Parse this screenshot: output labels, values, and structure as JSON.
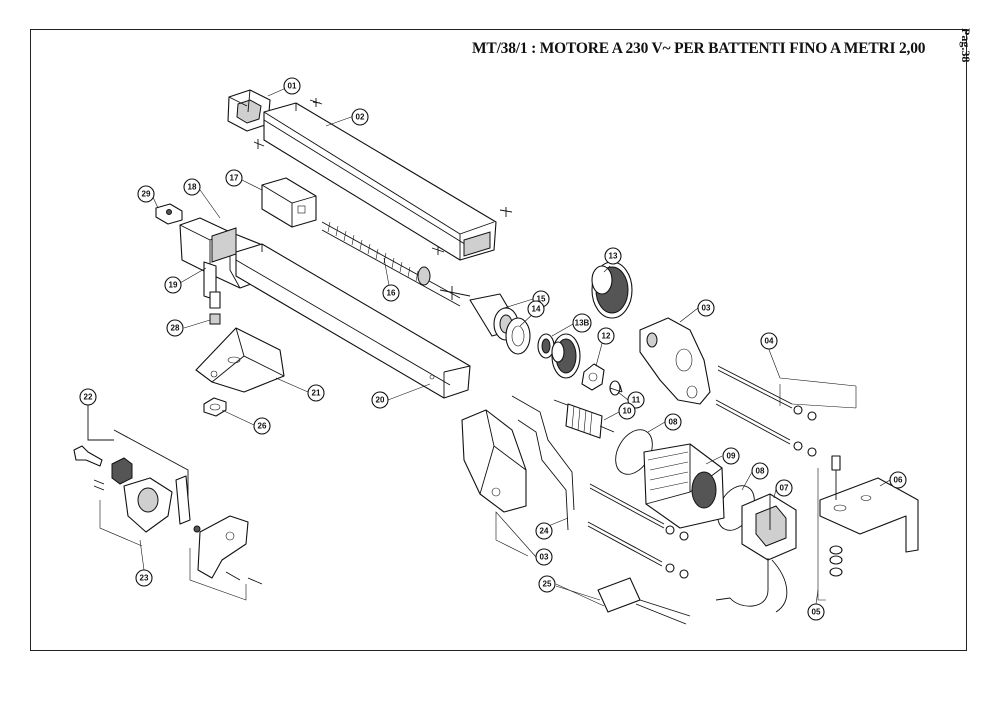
{
  "header": {
    "title": "MT/38/1  :  MOTORE A 230 V~ PER BATTENTI FINO A METRI 2,00",
    "page": "Pag.38"
  },
  "callouts": [
    {
      "id": "c01",
      "label": "01"
    },
    {
      "id": "c02",
      "label": "02"
    },
    {
      "id": "c17",
      "label": "17"
    },
    {
      "id": "c18",
      "label": "18"
    },
    {
      "id": "c29",
      "label": "29"
    },
    {
      "id": "c19",
      "label": "19"
    },
    {
      "id": "c16",
      "label": "16"
    },
    {
      "id": "c13",
      "label": "13"
    },
    {
      "id": "c15",
      "label": "15"
    },
    {
      "id": "c14",
      "label": "14"
    },
    {
      "id": "c03a",
      "label": "03"
    },
    {
      "id": "c28",
      "label": "28"
    },
    {
      "id": "c13b",
      "label": "13B"
    },
    {
      "id": "c12",
      "label": "12"
    },
    {
      "id": "c04",
      "label": "04"
    },
    {
      "id": "c21",
      "label": "21"
    },
    {
      "id": "c20",
      "label": "20"
    },
    {
      "id": "c11",
      "label": "11"
    },
    {
      "id": "c22",
      "label": "22"
    },
    {
      "id": "c26",
      "label": "26"
    },
    {
      "id": "c10",
      "label": "10"
    },
    {
      "id": "c08a",
      "label": "08"
    },
    {
      "id": "c09",
      "label": "09"
    },
    {
      "id": "c08b",
      "label": "08"
    },
    {
      "id": "c07",
      "label": "07"
    },
    {
      "id": "c06",
      "label": "06"
    },
    {
      "id": "c24",
      "label": "24"
    },
    {
      "id": "c23",
      "label": "23"
    },
    {
      "id": "c03b",
      "label": "03"
    },
    {
      "id": "c25",
      "label": "25"
    },
    {
      "id": "c05",
      "label": "05"
    }
  ]
}
